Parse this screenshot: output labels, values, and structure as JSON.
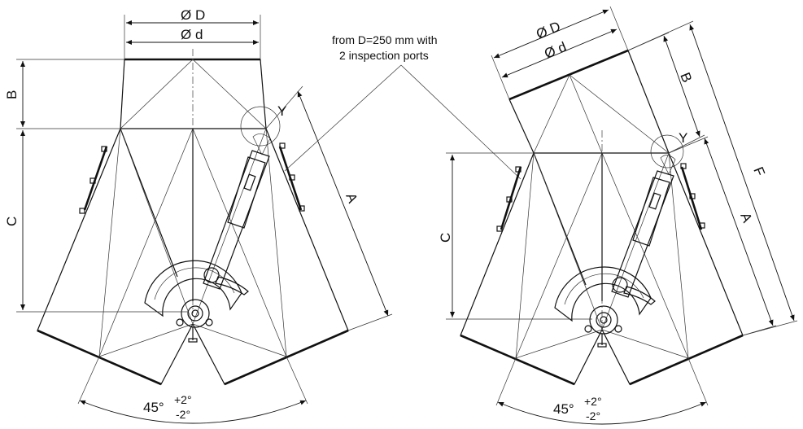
{
  "left_view": {
    "outer_diameter_label": "Ø D",
    "inner_diameter_label": "Ø d",
    "dim_b": "B",
    "dim_c": "C",
    "dim_a": "A",
    "detail_y": "Y",
    "angle_base": "45°",
    "tolerance_plus": "+2°",
    "tolerance_minus": "-2°"
  },
  "right_view": {
    "outer_diameter_label": "Ø D",
    "inner_diameter_label": "Ø d",
    "dim_b": "B",
    "dim_c": "C",
    "dim_a": "A",
    "dim_f": "F",
    "detail_y": "Y",
    "angle_base": "45°",
    "tolerance_plus": "+2°",
    "tolerance_minus": "-2°"
  },
  "callout": {
    "line1": "from D=250 mm with",
    "line2": "2 inspection ports"
  }
}
